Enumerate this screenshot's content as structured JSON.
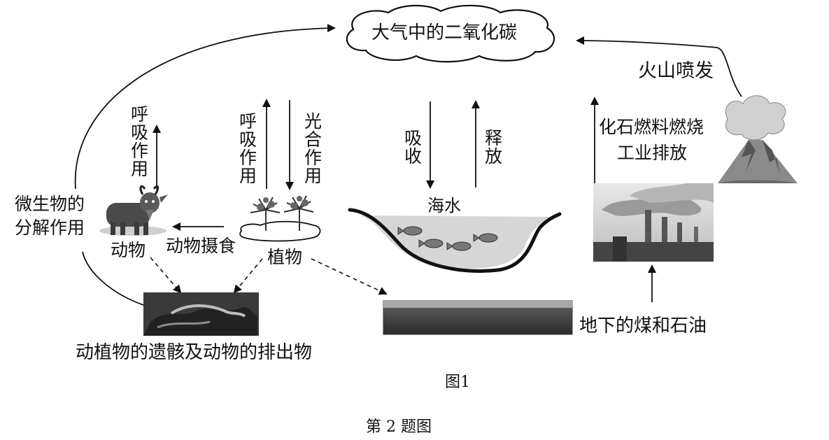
{
  "diagram": {
    "atmosphere_co2": "大气中的二氧化碳",
    "volcano_eruption": "火山喷发",
    "fossil_fuel_combustion": "化石燃料燃烧",
    "industrial_emission": "工业排放",
    "microbe_decomposition_line1": "微生物的",
    "microbe_decomposition_line2": "分解作用",
    "animal_respiration": "呼吸作用",
    "plant_respiration": "呼吸作用",
    "photosynthesis": "光合作用",
    "absorb": "吸收",
    "release": "释放",
    "seawater": "海水",
    "animal": "动物",
    "animal_feeding": "动物摄食",
    "plant": "植物",
    "remains": "动植物的遗骸及动物的排出物",
    "coal_oil": "地下的煤和石油",
    "figure_label": "图1",
    "question_label": "第 2 题图"
  }
}
